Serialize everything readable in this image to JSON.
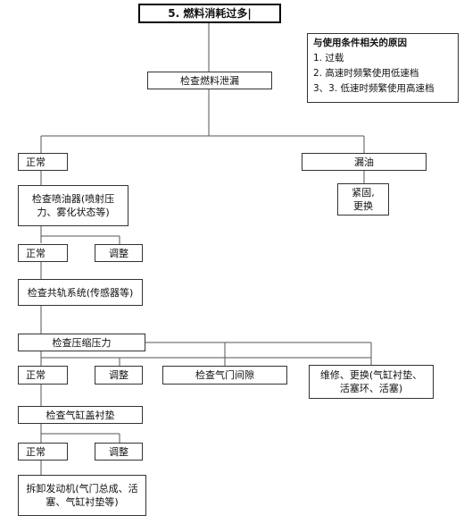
{
  "title": "5. 燃料消耗过多|",
  "causes": {
    "heading": "与使用条件相关的原因",
    "items": [
      "1. 过载",
      "2. 高速时频繁使用低速档",
      "3、3. 低速时频繁使用高速档"
    ]
  },
  "nodes": {
    "check_leak": "检查燃料泄漏",
    "normal1": "正常",
    "leak": "漏油",
    "tighten": "紧固,\n更换",
    "check_injector": "检查喷油器(喷射压力、雾化状态等)",
    "normal2": "正常",
    "adjust2": "调整",
    "check_rail": "检查共轨系统(传感器等)",
    "check_compression": "检查压缩压力",
    "normal3": "正常",
    "adjust3": "调整",
    "check_valve_gap": "检查气门间隙",
    "repair": "维修、更换(气缸衬垫、活塞环、活塞)",
    "check_head_gasket": "检查气缸盖衬垫",
    "normal4": "正常",
    "adjust4": "调整",
    "disassemble": "拆卸发动机(气门总成、活塞、气缸衬垫等)"
  }
}
